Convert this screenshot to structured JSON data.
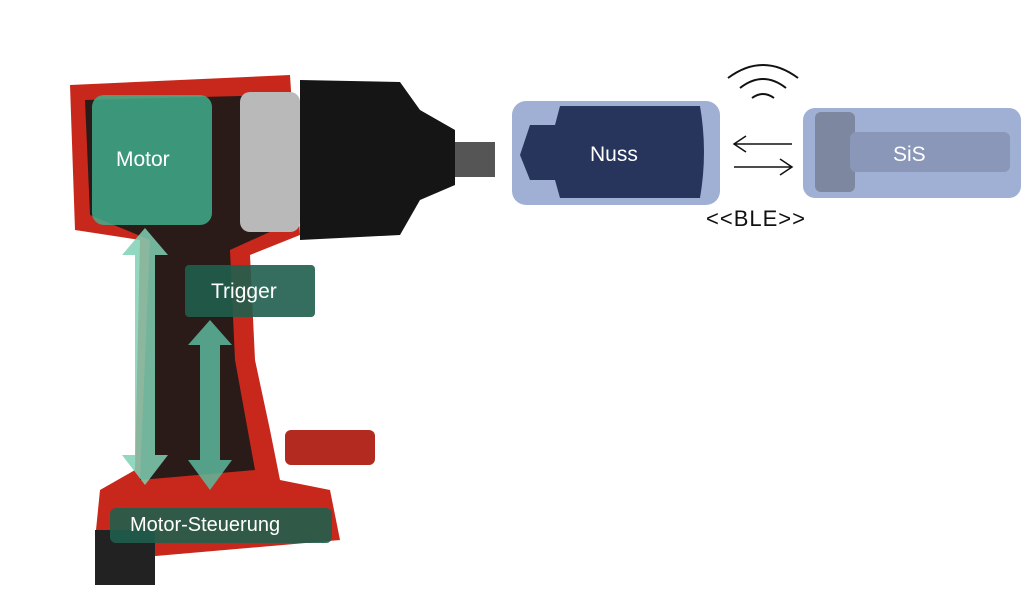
{
  "labels": {
    "motor": "Motor",
    "trigger": "Trigger",
    "motor_control": "Motor-Steuerung",
    "socket": "Nuss",
    "sensor_bolt": "SiS",
    "protocol": "<<BLE>>"
  },
  "colors": {
    "housing_red": "#c8281c",
    "highlight_green": "#3fae8c",
    "label_dark_green": "#1f5e4c",
    "socket_box": "#9fb0d4",
    "socket_body": "#27355c"
  }
}
